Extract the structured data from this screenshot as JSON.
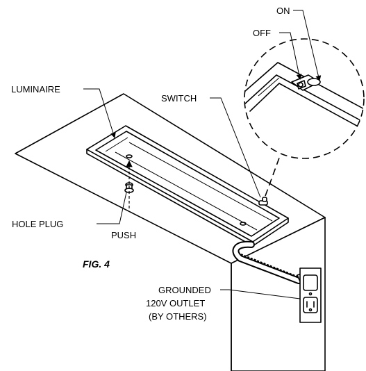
{
  "figure": {
    "caption": "FIG. 4"
  },
  "labels": {
    "luminaire": "LUMINAIRE",
    "switch": "SWITCH",
    "on": "ON",
    "off": "OFF",
    "hole_plug": "HOLE PLUG",
    "push": "PUSH",
    "outlet_line1": "GROUNDED",
    "outlet_line2": "120V OUTLET",
    "outlet_line3": "(BY OTHERS)"
  }
}
